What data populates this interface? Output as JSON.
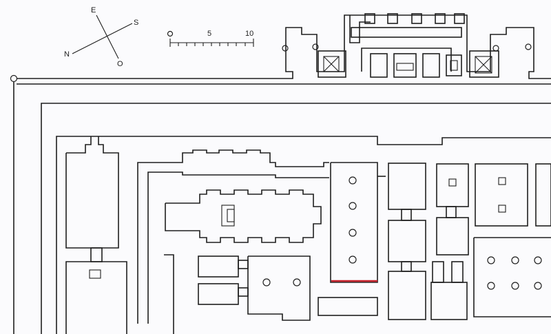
{
  "compass": {
    "north": "N",
    "east": "E",
    "south": "S",
    "west": "O"
  },
  "scale_bar": {
    "labels": [
      "0",
      "5",
      "10"
    ]
  },
  "colors": {
    "ink": "#1e1e1e",
    "paper": "#fbfbfd",
    "highlight": "#c8202a"
  }
}
